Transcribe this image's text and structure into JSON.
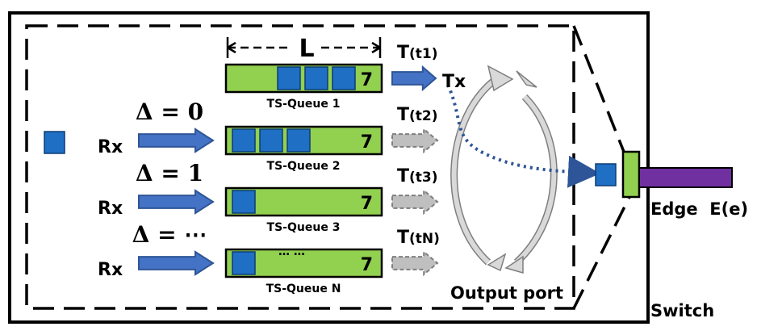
{
  "diagram": {
    "length_label": "L",
    "queues": [
      {
        "label": "TS-Queue 1",
        "capacity": "7",
        "packets": 3,
        "timer_main": "T",
        "timer_sub": "(t1)",
        "active": true
      },
      {
        "label": "TS-Queue 2",
        "capacity": "7",
        "packets": 3,
        "timer_main": "T",
        "timer_sub": "(t2)",
        "active": false,
        "rx": "Rx",
        "delta": "Δ = 0"
      },
      {
        "label": "TS-Queue 3",
        "capacity": "7",
        "packets": 1,
        "timer_main": "T",
        "timer_sub": "(t3)",
        "active": false,
        "rx": "Rx",
        "delta": "Δ = 1"
      },
      {
        "label": "TS-Queue N",
        "capacity": "7",
        "packets": 1,
        "timer_main": "T",
        "timer_sub": "(tN)",
        "active": false,
        "rx": "Rx",
        "delta": "Δ = ⋯"
      }
    ],
    "ellipsis": "… …",
    "tx_label": "Tx",
    "output_port_label": "Output port",
    "edge_label": "Edge  E(e)",
    "switch_label": "Switch",
    "colors": {
      "queue_fill": "#92d050",
      "packet_fill": "#1f6fc5",
      "arrow_fill": "#4472c4",
      "edge_bar": "#7030a0",
      "inactive_arrow": "#bfbfbf"
    }
  }
}
